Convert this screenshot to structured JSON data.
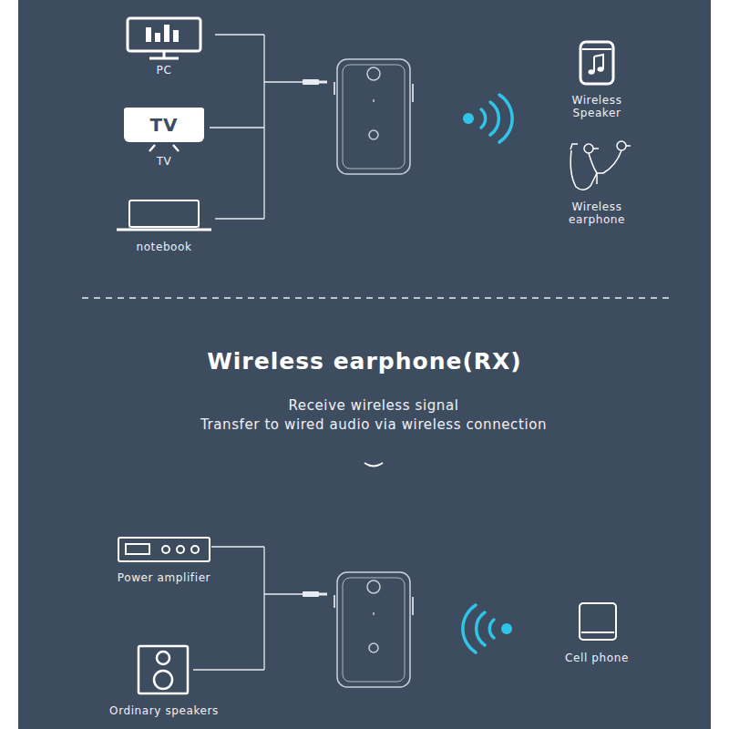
{
  "diagram": {
    "title": "Wireless earphone(RX)",
    "nodes": [
      {
        "text": [
          "PC"
        ]
      },
      {
        "text": [
          "TV",
          "TV"
        ]
      },
      {
        "text": [
          "notebook"
        ]
      },
      {
        "text": [
          "Wireless Speaker"
        ]
      },
      {
        "text": [
          "Wireless earphone"
        ]
      },
      {
        "text": [
          "Power amplifier"
        ]
      },
      {
        "text": [
          "Ordinary speakers"
        ]
      },
      {
        "text": [
          "Cell phone"
        ]
      }
    ],
    "labels": [
      "Receive wireless signal",
      "Transfer to wired audio via wireless connection"
    ]
  }
}
